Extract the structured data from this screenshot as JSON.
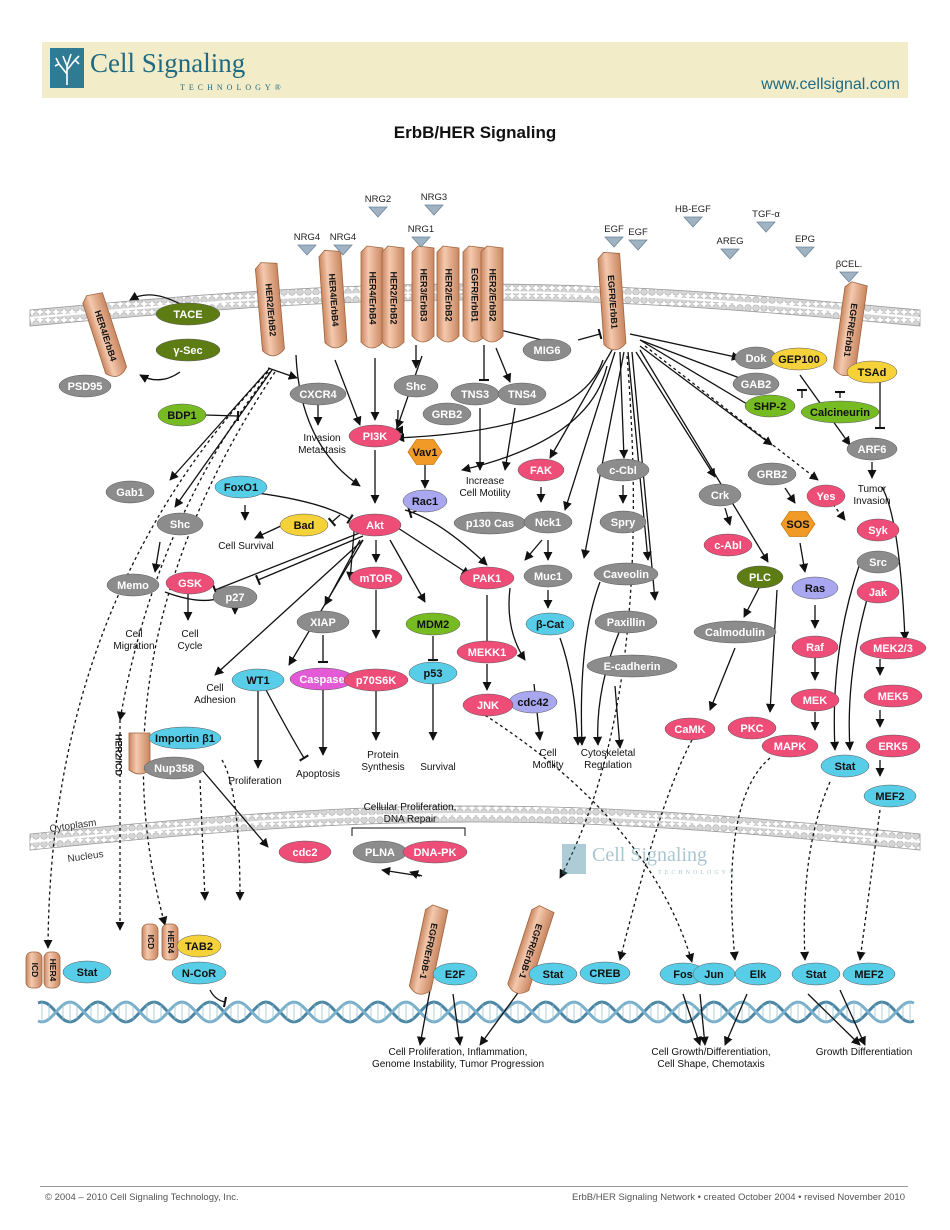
{
  "header": {
    "brand_name": "Cell Signaling",
    "brand_sub": "TECHNOLOGY®",
    "url": "www.cellsignal.com"
  },
  "title": "ErbB/HER Signaling",
  "compartments": {
    "cytoplasm": "Cytoplasm",
    "nucleus": "Nucleus"
  },
  "ligands": [
    "NRG4",
    "NRG4",
    "NRG2",
    "NRG3",
    "NRG1",
    "EGF",
    "EGF",
    "HB-EGF",
    "TGF-α",
    "AREG",
    "EPG",
    "βCEL."
  ],
  "receptors": [
    "HER4/ErbB4",
    "HER2/ErbB2",
    "HER4/ErbB4",
    "HER4/ErbB4",
    "HER2/ErbB2",
    "HER3/ErbB3",
    "HER2/ErbB2",
    "EGFR/ErbB1",
    "HER2/ErbB2",
    "EGFR/ErbB1",
    "EGFR/ErbB1",
    "HER2/ICD",
    "EGFR/ErbB-1",
    "EGFR/ErbB-1",
    "ICD",
    "HER4",
    "ICD",
    "HER4"
  ],
  "nodes": [
    "TACE",
    "γ-Sec",
    "PSD95",
    "CXCR4",
    "Shc",
    "GRB2",
    "TNS3",
    "TNS4",
    "MIG6",
    "Dok",
    "GAB2",
    "SHP-2",
    "GEP100",
    "TSAd",
    "Calcineurin",
    "ARF6",
    "BDP1",
    "PI3K",
    "Vav1",
    "Rac1",
    "FAK",
    "c-Cbl",
    "Spry",
    "Gab1",
    "Shc",
    "FoxO1",
    "Bad",
    "Akt",
    "p130 Cas",
    "Nck1",
    "Crk",
    "c-Abl",
    "GRB2",
    "SOS",
    "Yes",
    "Syk",
    "Src",
    "Jak",
    "Memo",
    "GSK",
    "p27",
    "mTOR",
    "MDM2",
    "PAK1",
    "Muc1",
    "Caveolin",
    "Ras",
    "PLC",
    "XIAP",
    "WT1",
    "Caspase",
    "p70S6K",
    "p53",
    "MEKK1",
    "β-Cat",
    "Paxillin",
    "E-cadherin",
    "Calmodulin",
    "Raf",
    "MEK2/3",
    "MEK5",
    "MEK",
    "ERK5",
    "cdc42",
    "JNK",
    "CaMK",
    "PKC",
    "MAPK",
    "Stat",
    "MEF2",
    "Importin β1",
    "Nup358",
    "cdc2",
    "PLNA",
    "DNA-PK",
    "Stat",
    "TAB2",
    "N-CoR",
    "E2F",
    "Stat",
    "CREB",
    "Fos",
    "Jun",
    "Elk",
    "Stat",
    "MEF2"
  ],
  "outcomes": [
    "Invasion Metastasis",
    "Increase Cell Motility",
    "Tumor Invasion",
    "Cell Survival",
    "Cell Migration",
    "Cell Cycle",
    "Cell Adhesion",
    "Proliferation",
    "Apoptosis",
    "Protein Synthesis",
    "Survival",
    "Cell Motility",
    "Cytoskeletal Regulation",
    "Cellular Proliferation, DNA Repair",
    "Cell Proliferation, Inflammation, Genome Instability, Tumor Progression",
    "Cell Growth/Differentiation, Cell Shape, Chemotaxis",
    "Growth Differentiation"
  ],
  "footer": {
    "copyright": "© 2004 – 2010 Cell Signaling Technology, Inc.",
    "info": "ErbB/HER Signaling Network  • created October 2004 • revised November 2010"
  },
  "colors": {
    "gray": "#8c8c8c",
    "pink": "#ee4d78",
    "green": "#77bb22",
    "olive": "#5d7d14",
    "yellow": "#f5d23a",
    "cyan": "#58cde8",
    "lavender": "#a9a7ef",
    "magenta": "#e25ad6",
    "orange": "#f29a28",
    "receptor": "#e2a686",
    "membrane": "#c8c8c8"
  }
}
